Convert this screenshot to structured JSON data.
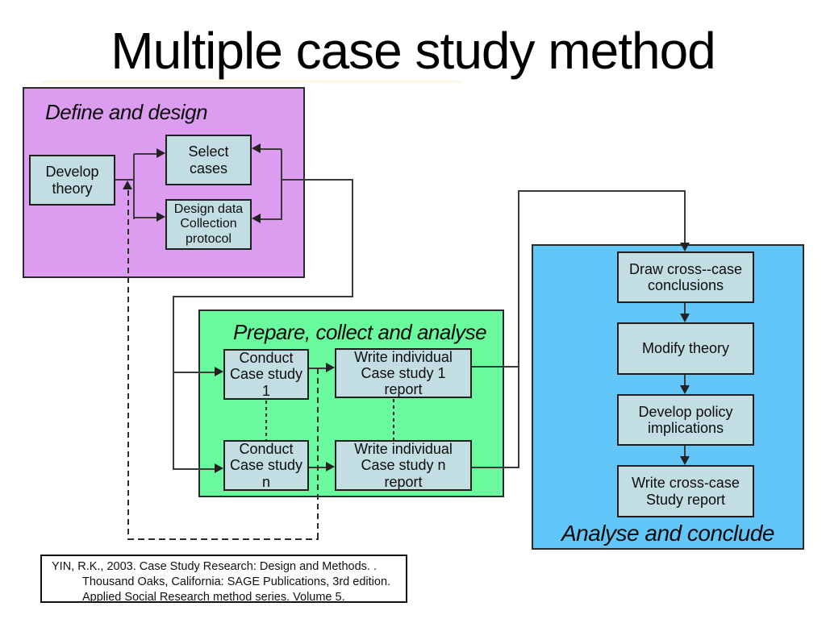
{
  "slide": {
    "title": "Multiple case study method"
  },
  "colors": {
    "define_bg": "#dc9cf0",
    "prepare_bg": "#68fa9c",
    "analyse_bg": "#62c7f8",
    "node_bg": "#c2dee2",
    "line": "#3a3a3a",
    "border": "#1d1d1d"
  },
  "regions": {
    "define": {
      "heading": "Define and design",
      "nodes": {
        "develop_theory": "Develop\ntheory",
        "select_cases": "Select\ncases",
        "design_protocol": "Design data\nCollection\nprotocol"
      }
    },
    "prepare": {
      "heading": "Prepare, collect and analyse",
      "nodes": {
        "conduct_1": "Conduct\nCase study 1",
        "write_1": "Write individual\nCase study 1\nreport",
        "conduct_n": "Conduct\nCase study n",
        "write_n": "Write individual\nCase study n\nreport"
      }
    },
    "analyse": {
      "heading": "Analyse and conclude",
      "nodes": {
        "draw_conclusions": "Draw cross--case\nconclusions",
        "modify_theory": "Modify theory",
        "develop_policy": "Develop policy\nimplications",
        "write_cross_case": "Write cross-case\nStudy report"
      }
    }
  },
  "citation": {
    "lines": [
      "YIN, R.K., 2003. Case Study Research: Design and Methods. .",
      "Thousand Oaks, California: SAGE Publications, 3rd edition.",
      "Applied Social Research method series. Volume 5."
    ]
  }
}
